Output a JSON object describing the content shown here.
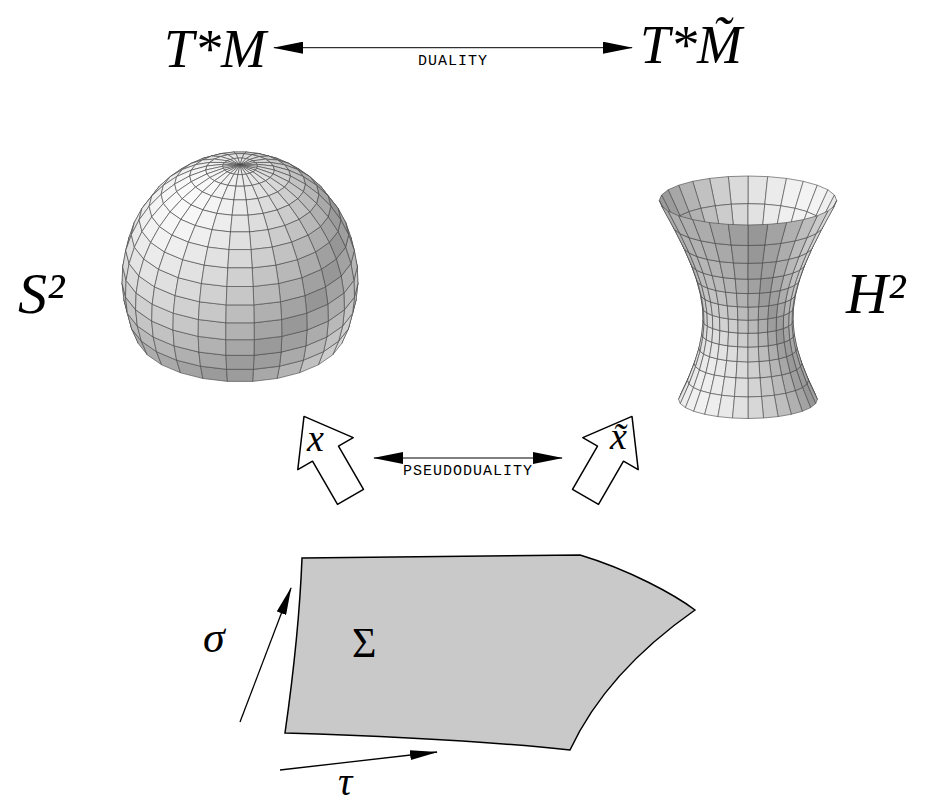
{
  "diagram": {
    "nodes": [
      {
        "text": [
          "T*M"
        ]
      },
      {
        "text": [
          "T*M̃"
        ]
      },
      {
        "text": [
          "x"
        ]
      },
      {
        "text": [
          "x̃"
        ]
      },
      {
        "text": [
          "Σ"
        ]
      }
    ],
    "edges": [
      {
        "from": 0,
        "to": 1,
        "arrow": "both",
        "label": "DUALITY"
      },
      {
        "from": 2,
        "to": 3,
        "arrow": "both",
        "label": "PSEUDODUALITY"
      }
    ],
    "labels": [
      "S²",
      "H²",
      "σ",
      "τ"
    ]
  }
}
